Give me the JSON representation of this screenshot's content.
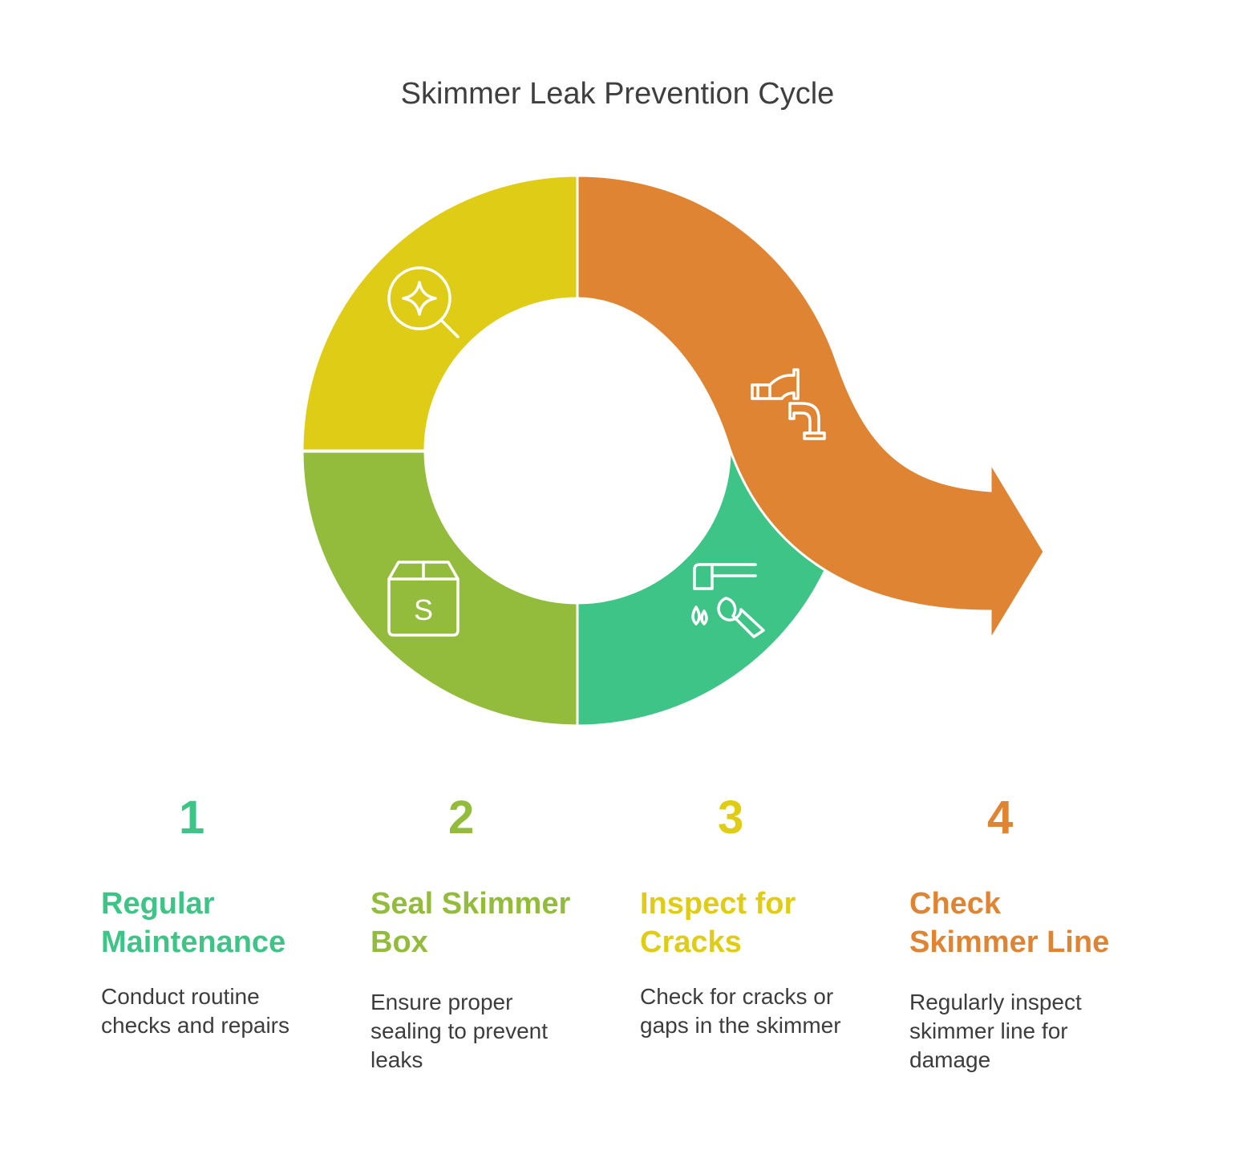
{
  "title": "Skimmer Leak Prevention Cycle",
  "colors": {
    "green": "#3dc486",
    "lime": "#93bc3c",
    "yellow": "#dfcc16",
    "orange": "#df8433",
    "icon_stroke": "#ffffff",
    "text": "#3d3d3d"
  },
  "steps": [
    {
      "number": "1",
      "heading_lines": [
        "Regular",
        "Maintenance"
      ],
      "desc_lines": [
        "Conduct routine",
        "checks and repairs"
      ],
      "color": "#3dc486",
      "icon": "faucet-wrench-icon"
    },
    {
      "number": "2",
      "heading_lines": [
        "Seal Skimmer",
        "Box"
      ],
      "desc_lines": [
        "Ensure proper",
        "sealing to prevent",
        "leaks"
      ],
      "color": "#93bc3c",
      "icon": "box-icon"
    },
    {
      "number": "3",
      "heading_lines": [
        "Inspect for",
        "Cracks"
      ],
      "desc_lines": [
        "Check for cracks or",
        "gaps in the skimmer"
      ],
      "color": "#dfcc16",
      "icon": "magnifier-sparkle-icon"
    },
    {
      "number": "4",
      "heading_lines": [
        "Check",
        "Skimmer Line"
      ],
      "desc_lines": [
        "Regularly inspect",
        "skimmer line for",
        "damage"
      ],
      "color": "#df8433",
      "icon": "pipe-icon"
    }
  ],
  "box_icon_letter": "S"
}
